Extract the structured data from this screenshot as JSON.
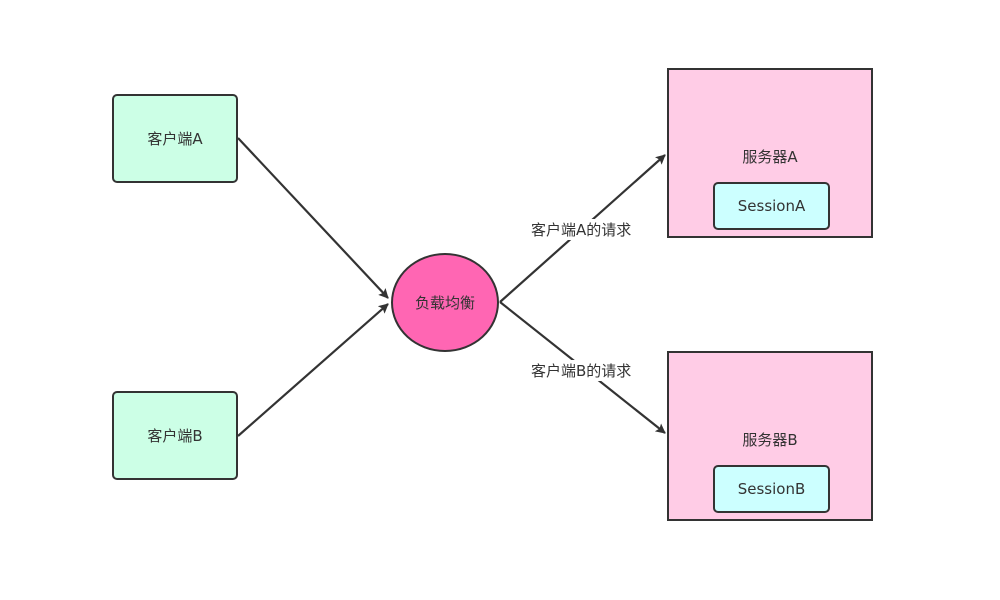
{
  "clients": {
    "a": "客户端A",
    "b": "客户端B"
  },
  "load_balancer": "负载均衡",
  "servers": {
    "a": {
      "title": "服务器A",
      "session": "SessionA"
    },
    "b": {
      "title": "服务器B",
      "session": "SessionB"
    }
  },
  "edge_labels": {
    "request_a": "客户端A的请求",
    "request_b": "客户端B的请求"
  },
  "colors": {
    "client_fill": "#ccffe6",
    "load_balancer_fill": "#ff66b3",
    "server_fill": "#ffcce6",
    "session_fill": "#ccffff",
    "stroke": "#333333"
  }
}
